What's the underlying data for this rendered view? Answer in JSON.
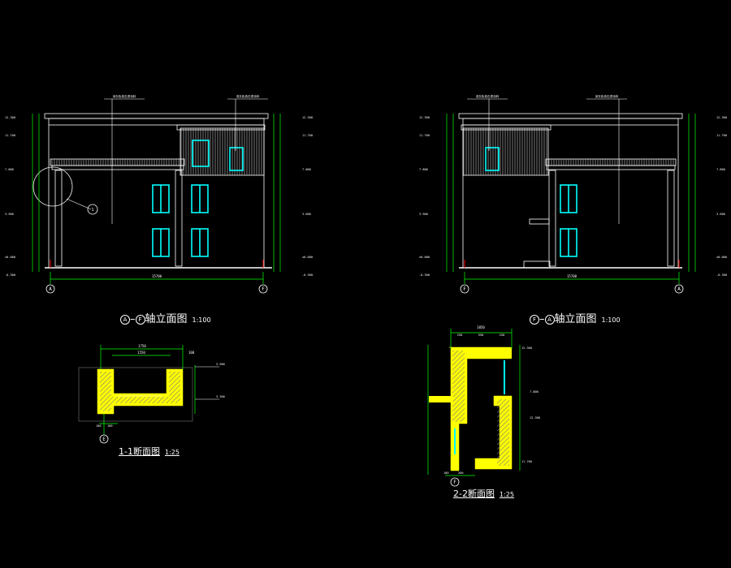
{
  "colors": {
    "background": "#000000",
    "line": "#ffffff",
    "dimension": "#00ff00",
    "window": "#00ffff",
    "section_fill": "#ffff00",
    "hatch": "#888888",
    "axis_mark": "#ff0000"
  },
  "drawings": {
    "elev_left": {
      "axis_start": "A",
      "axis_end": "F",
      "title_suffix": "轴立面图",
      "scale": "1:100",
      "total_dim": "15700",
      "levels_left": [
        "12.300",
        "11.700",
        "7.800",
        "3.900",
        "±0.000",
        "-0.300"
      ],
      "levels_right": [
        "12.300",
        "11.700",
        "7.800",
        "3.600",
        "±0.000",
        "-0.300"
      ],
      "callout_1": "深灰色真石漆涂料",
      "callout_2": "浅灰色真石漆涂料",
      "detail_mark": "1"
    },
    "elev_right": {
      "axis_start": "F",
      "axis_end": "A",
      "title_suffix": "轴立面图",
      "scale": "1:100",
      "total_dim": "15700",
      "levels_left": [
        "12.300",
        "11.700",
        "7.800",
        "3.900",
        "±0.000",
        "-0.300"
      ],
      "levels_right": [
        "12.300",
        "11.700",
        "7.800",
        "3.600",
        "±0.000",
        "-0.300"
      ],
      "callout_1": "浅灰色真石漆涂料",
      "callout_2": "深灰色真石漆涂料"
    },
    "section_1": {
      "title": "1-1断面图",
      "scale": "1:25",
      "axis": "E",
      "dims_top": [
        "1750",
        "1550",
        "100"
      ],
      "levels": [
        "3.900",
        "3.300"
      ],
      "dims_bottom": [
        "100",
        "100"
      ]
    },
    "section_2": {
      "title": "2-2断面图",
      "scale": "1:25",
      "axis": "F",
      "dims_top": [
        "1050",
        "250",
        "550",
        "250"
      ],
      "levels": [
        "7.800",
        "12.300",
        "12.300",
        "11.700"
      ],
      "dims_bottom": [
        "100",
        "200"
      ]
    }
  }
}
